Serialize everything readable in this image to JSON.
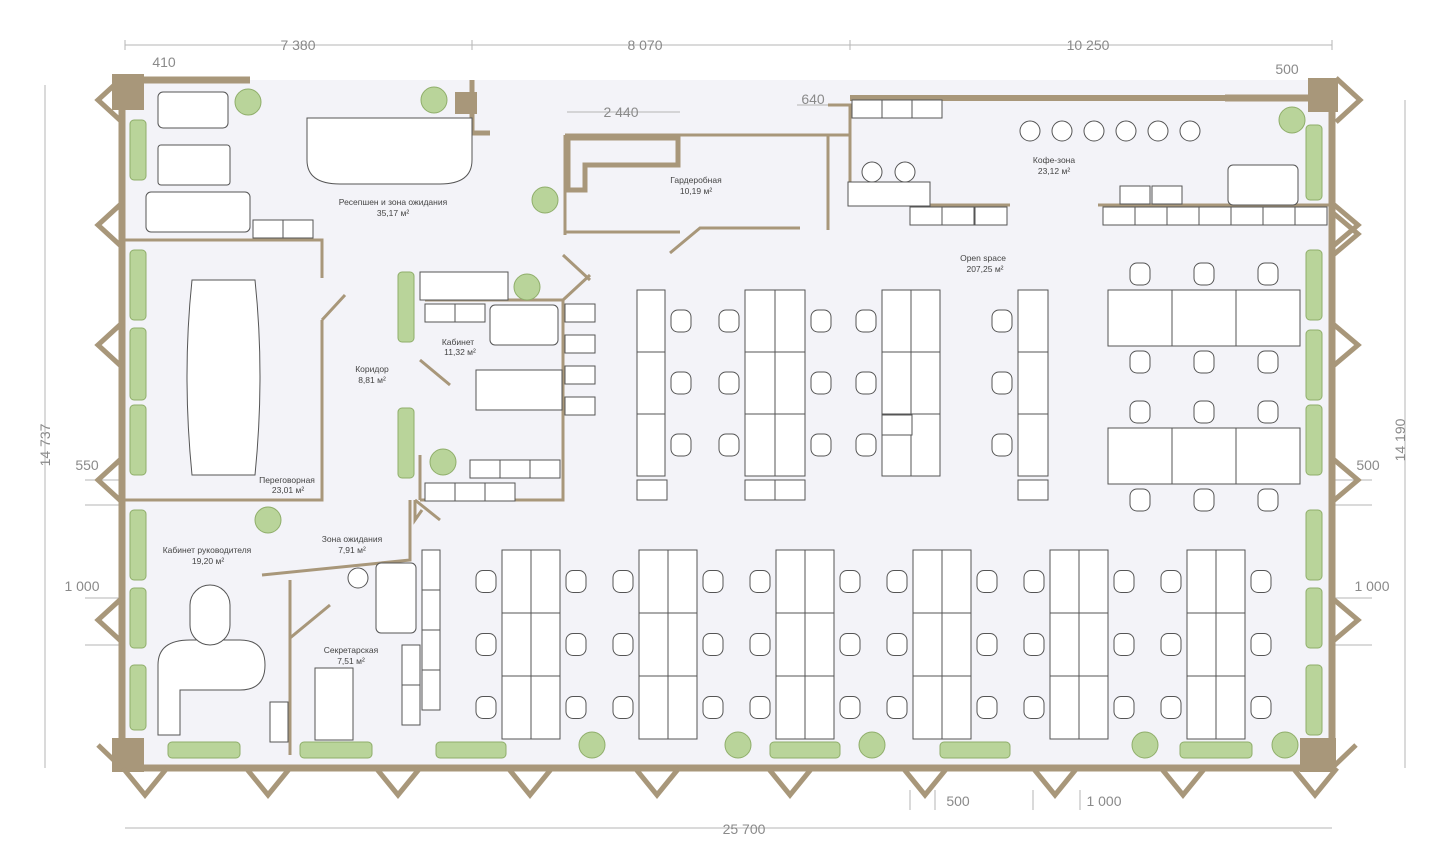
{
  "plan": {
    "colors": {
      "wall": "#a8977a",
      "floor": "#f3f3f8",
      "plant": "#b9d49a",
      "line": "#555555"
    },
    "dimensions": {
      "top_1": "7 380",
      "top_2": "8 070",
      "top_3": "10 250",
      "corner_top_left": "410",
      "wardrobe_width": "2 440",
      "wardrobe_wall": "640",
      "corner_top_right": "500",
      "left_total": "14 737",
      "right_total": "14 190",
      "left_pier": "550",
      "left_window": "1 000",
      "right_pier": "500",
      "right_window": "1 000",
      "bottom_pier": "500",
      "bottom_window": "1 000",
      "bottom_total": "25 700"
    },
    "rooms": [
      {
        "name": "Ресепшен и зона ожидания",
        "area": "35,17 м²"
      },
      {
        "name": "Гардеробная",
        "area": "10,19 м²"
      },
      {
        "name": "Кофе-зона",
        "area": "23,12 м²"
      },
      {
        "name": "Open space",
        "area": "207,25 м²"
      },
      {
        "name": "Кабинет",
        "area": "11,32 м²"
      },
      {
        "name": "Коридор",
        "area": "8,81 м²"
      },
      {
        "name": "Переговорная",
        "area": "23,01 м²"
      },
      {
        "name": "Кабинет руководителя",
        "area": "19,20 м²"
      },
      {
        "name": "Зона ожидания",
        "area": "7,91 м²"
      },
      {
        "name": "Секретарская",
        "area": "7,51 м²"
      }
    ]
  }
}
